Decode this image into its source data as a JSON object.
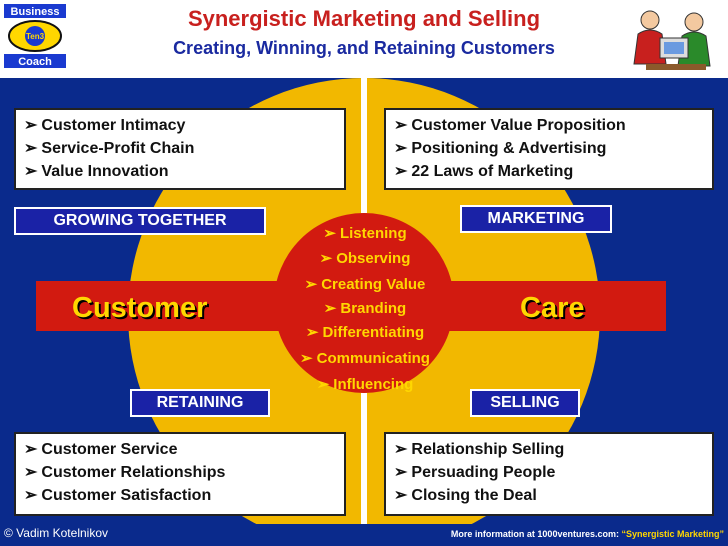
{
  "header": {
    "title": "Synergistic Marketing and Selling",
    "subtitle": "Creating, Winning, and Retaining Customers"
  },
  "logo": {
    "top": "Business",
    "middle": "Ten3",
    "bottom": "Coach"
  },
  "panels": {
    "top_left": [
      "Customer Intimacy",
      "Service-Profit Chain",
      "Value Innovation"
    ],
    "top_right": [
      "Customer Value Proposition",
      "Positioning & Advertising",
      "22 Laws of Marketing"
    ],
    "bottom_left": [
      "Customer Service",
      "Customer Relationships",
      "Customer Satisfaction"
    ],
    "bottom_right": [
      "Relationship Selling",
      "Persuading People",
      "Closing the Deal"
    ]
  },
  "tags": {
    "growing": "GROWING TOGETHER",
    "marketing": "MARKETING",
    "retaining": "RETAINING",
    "selling": "SELLING"
  },
  "band": {
    "left": "Customer",
    "right": "Care"
  },
  "center": [
    "Listening",
    "Observing",
    "Creating Value",
    "Branding",
    "Differentiating",
    "Communicating",
    "Influencing"
  ],
  "footer": {
    "copyright": "© Vadim Kotelnikov",
    "more_prefix": "More information at 1000ventures.com: ",
    "more_link": "“Synergistic Marketing”"
  },
  "colors": {
    "background": "#0a2a8c",
    "circle": "#f2b800",
    "band": "#d21a10",
    "title": "#c8201e",
    "subtitle": "#1a2aa0",
    "text_accent": "#ffd700"
  }
}
